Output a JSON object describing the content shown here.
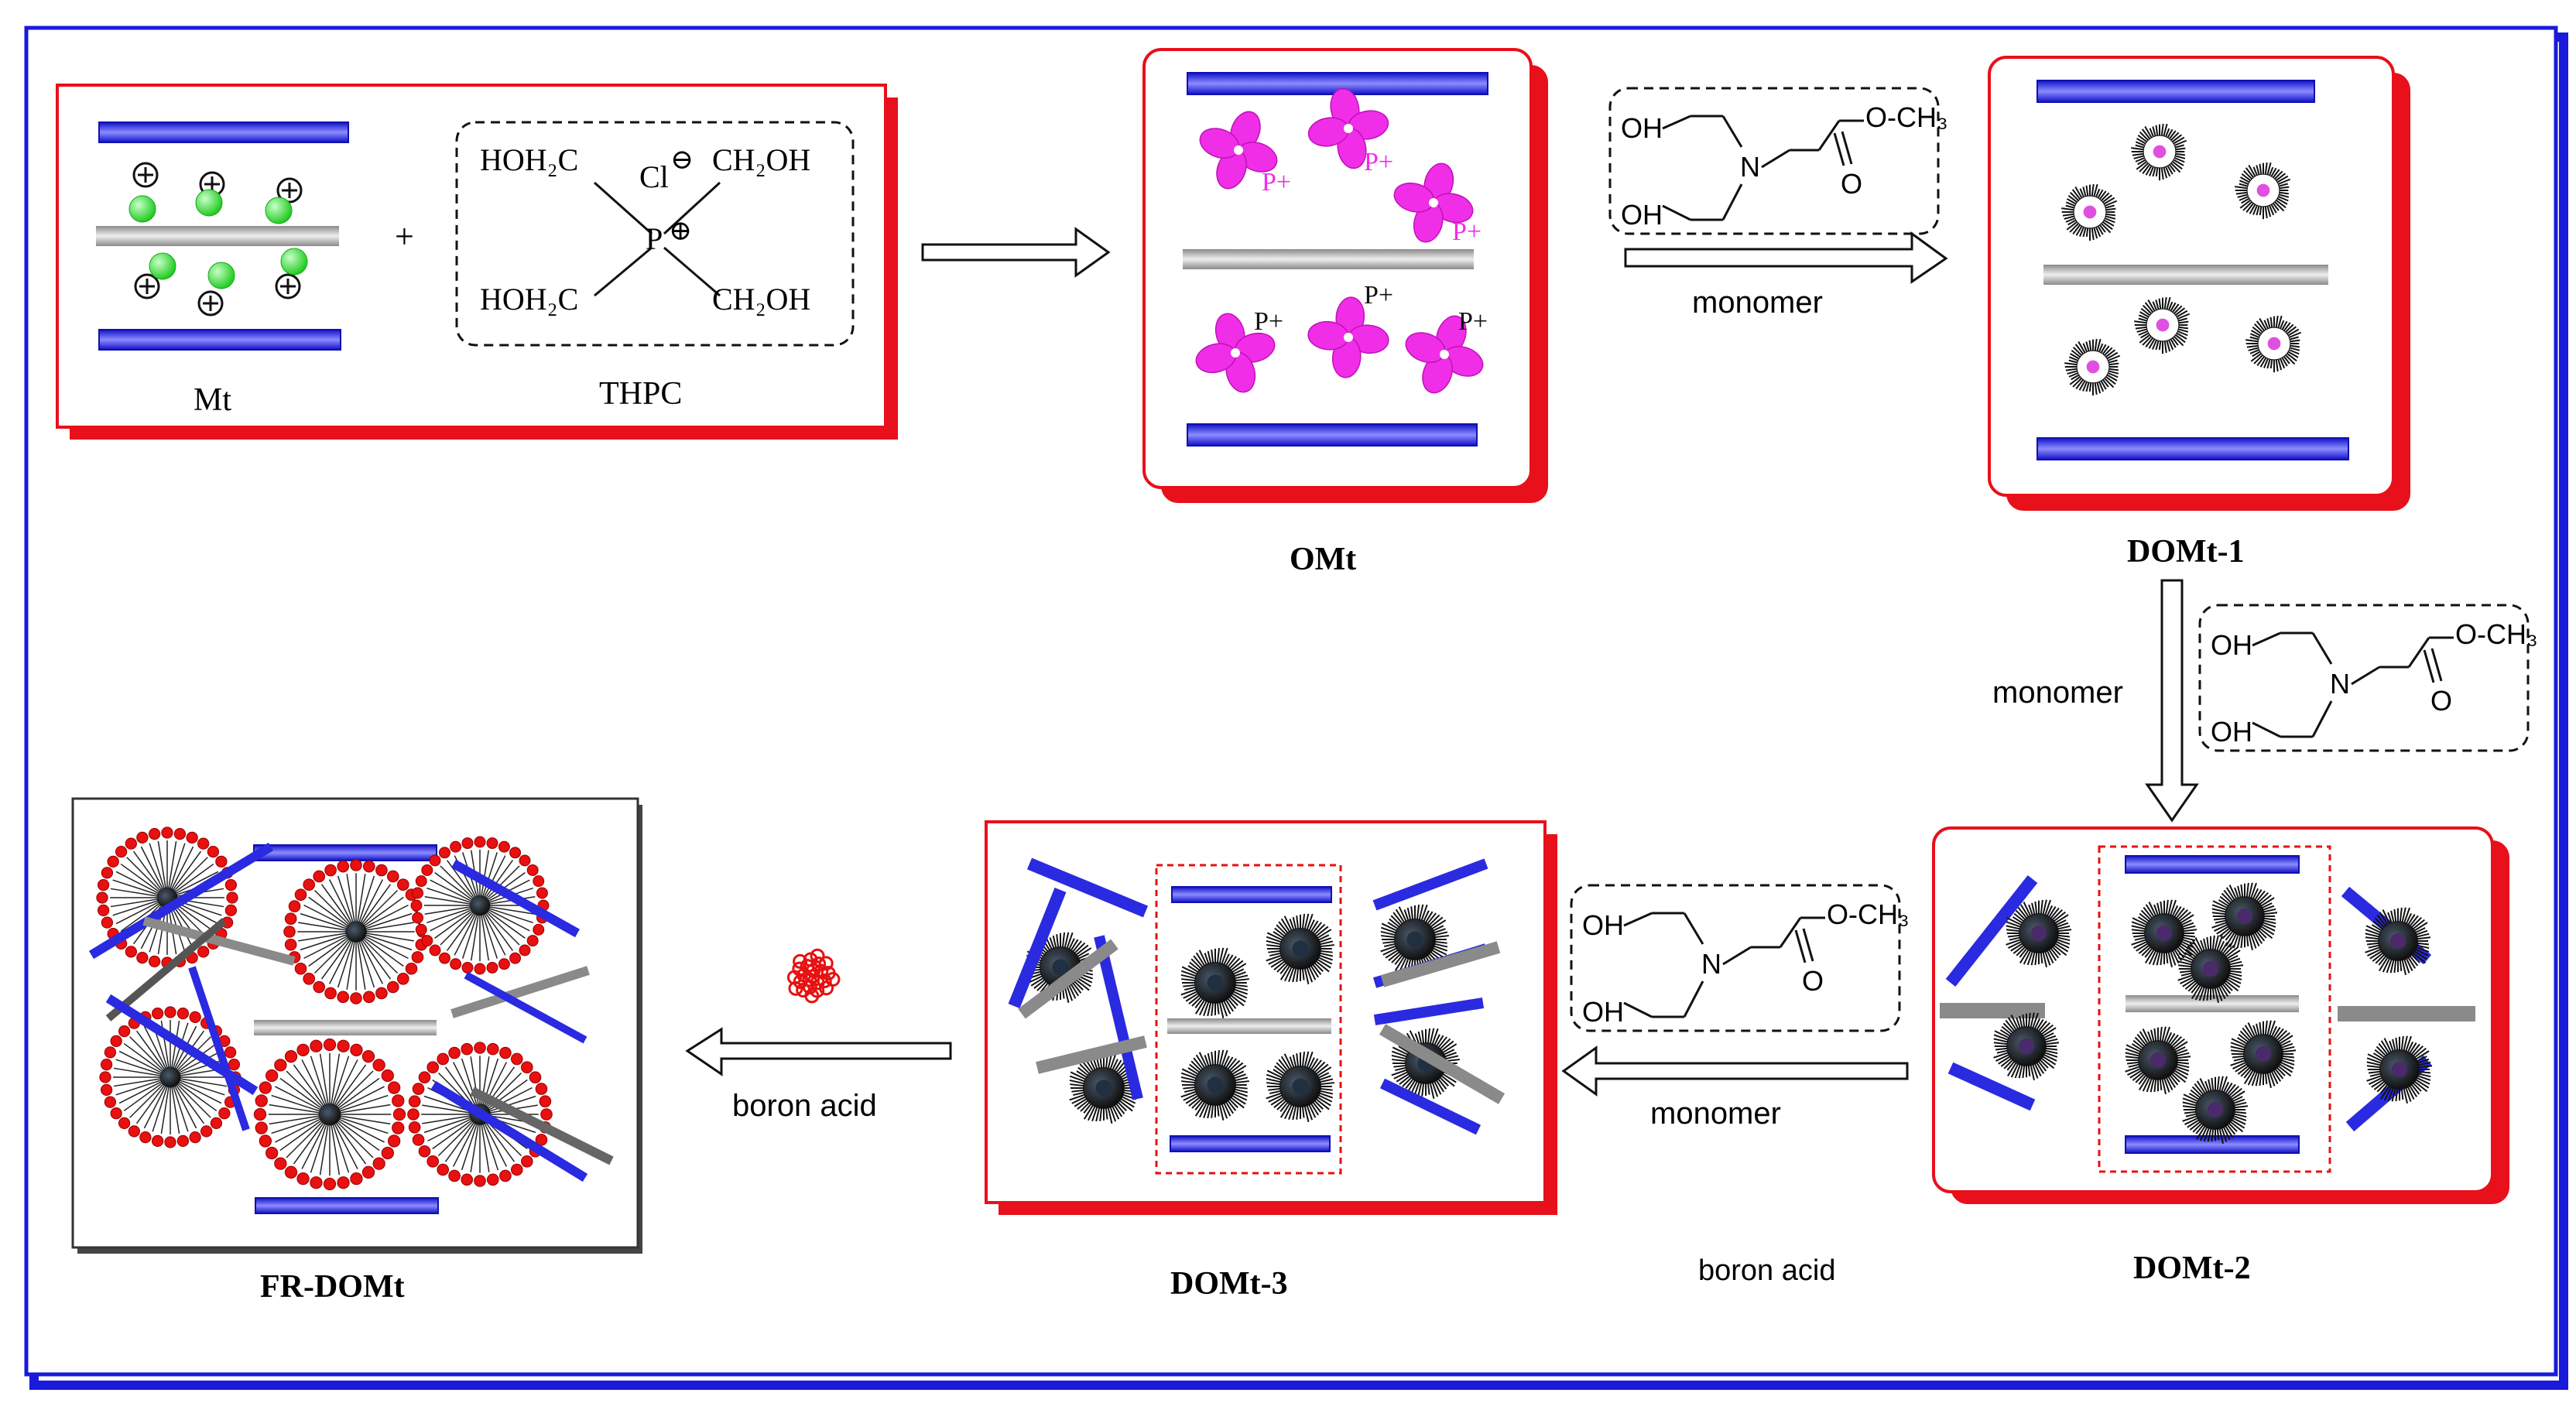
{
  "colors": {
    "frame": "#1a1adb",
    "stage_border": "#e8101a",
    "intercalant": "#f02ee8",
    "sheet_blue": "#2a2ae0",
    "sheet_gray": "#9a9a9a",
    "cation": "#30e030",
    "boron": "#e81010",
    "dash_red": "#e81010"
  },
  "icons": [
    "arrow-right-icon",
    "arrow-down-icon",
    "arrow-left-icon",
    "cation-icon",
    "micelle-icon",
    "boron-acid-particle-icon"
  ],
  "reactants": {
    "mt_label": "Mt",
    "plus": "+",
    "thpc_label": "THPC",
    "thpc_groups": [
      "HOH₂C",
      "CH₂OH",
      "HOH₂C",
      "CH₂OH"
    ],
    "thpc_chloride": "Cl",
    "thpc_phosphorus": "P",
    "charge_plus": "⊕",
    "charge_minus": "⊖"
  },
  "omt": {
    "label": "OMt",
    "p_labels": [
      "P+",
      "P+",
      "P+",
      "P+",
      "P+",
      "P+"
    ]
  },
  "stages": {
    "domt1": "DOMt-1",
    "domt2": "DOMt-2",
    "domt3": "DOMt-3",
    "frdomt": "FR-DOMt"
  },
  "arrows": {
    "a2": "monomer",
    "a3": "monomer",
    "a4": "monomer",
    "a4_extra": "boron acid",
    "a5": "boron acid"
  },
  "monomer": {
    "oh_top": "OH",
    "oh_bottom": "OH",
    "nitrogen": "N",
    "ester": "O-CH₃",
    "carbonyl": "O"
  }
}
